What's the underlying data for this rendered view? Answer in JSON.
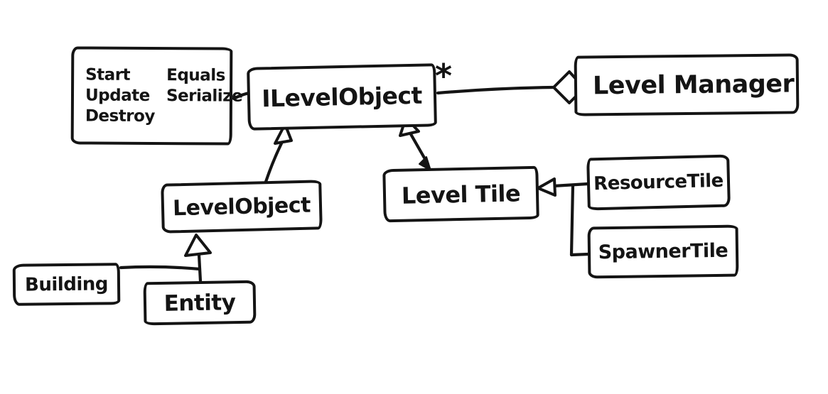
{
  "diagram": {
    "type": "uml-class-diagram",
    "style": "hand-drawn-whiteboard",
    "background_color": "#ffffff",
    "ink_color": "#141414",
    "classes": {
      "ilevelobject": {
        "label": "ILevelObject"
      },
      "levelmanager": {
        "label": "Level Manager"
      },
      "levelobject": {
        "label": "LevelObject"
      },
      "leveltile": {
        "label": "Level Tile"
      },
      "resourcetile": {
        "label": "ResourceTile"
      },
      "spawnertile": {
        "label": "SpawnerTile"
      },
      "building": {
        "label": "Building"
      },
      "entity": {
        "label": "Entity"
      }
    },
    "note": {
      "attached_to": "ILevelObject",
      "methods": [
        "Start",
        "Equals",
        "Update",
        "Serialize",
        "Destroy"
      ]
    },
    "association": {
      "from": "ILevelObject",
      "to": "Level Manager",
      "kind": "aggregation",
      "multiplicity": "*"
    },
    "inheritance_edges": [
      {
        "from": "LevelObject",
        "to": "ILevelObject"
      },
      {
        "from": "Level Tile",
        "to": "ILevelObject"
      },
      {
        "from": "ResourceTile",
        "to": "Level Tile"
      },
      {
        "from": "SpawnerTile",
        "to": "Level Tile"
      },
      {
        "from": "Entity",
        "to": "LevelObject"
      },
      {
        "from": "Building",
        "to": "LevelObject"
      }
    ]
  }
}
